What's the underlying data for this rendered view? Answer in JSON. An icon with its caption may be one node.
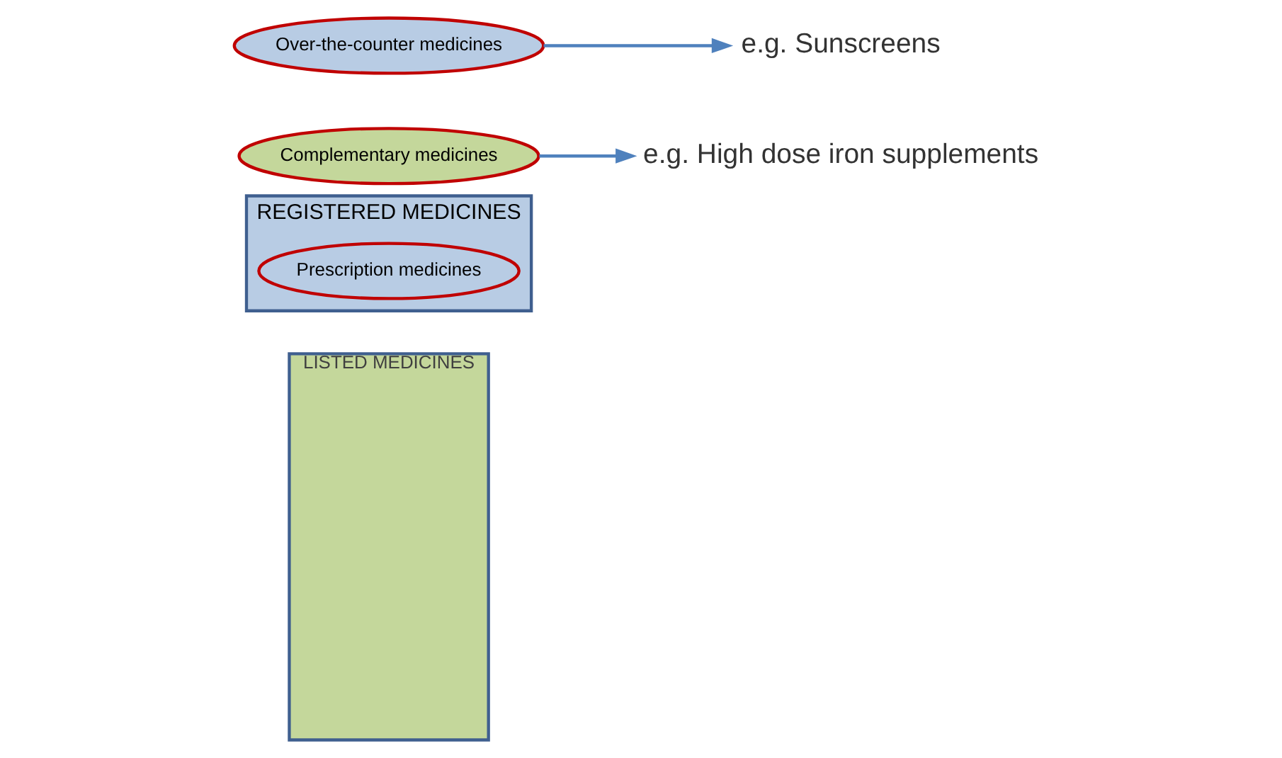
{
  "diagram": {
    "nodes": [
      {
        "text": [
          "LISTED MEDICINES"
        ]
      },
      {
        "text": [
          "REGISTERED MEDICINES"
        ]
      },
      {
        "text": [
          "Complementary medicines"
        ]
      },
      {
        "text": [
          "Over-the-counter medicines"
        ]
      },
      {
        "text": [
          "Prescription medicines"
        ],
        "in": 1
      },
      {
        "text": [
          "e.g. Sunscreens"
        ]
      },
      {
        "text": [
          "e.g. High dose iron supplements"
        ]
      }
    ],
    "edges": [
      {
        "from": 2,
        "to": 6,
        "arrow": "to"
      },
      {
        "from": 3,
        "to": 5,
        "arrow": "to"
      }
    ]
  }
}
